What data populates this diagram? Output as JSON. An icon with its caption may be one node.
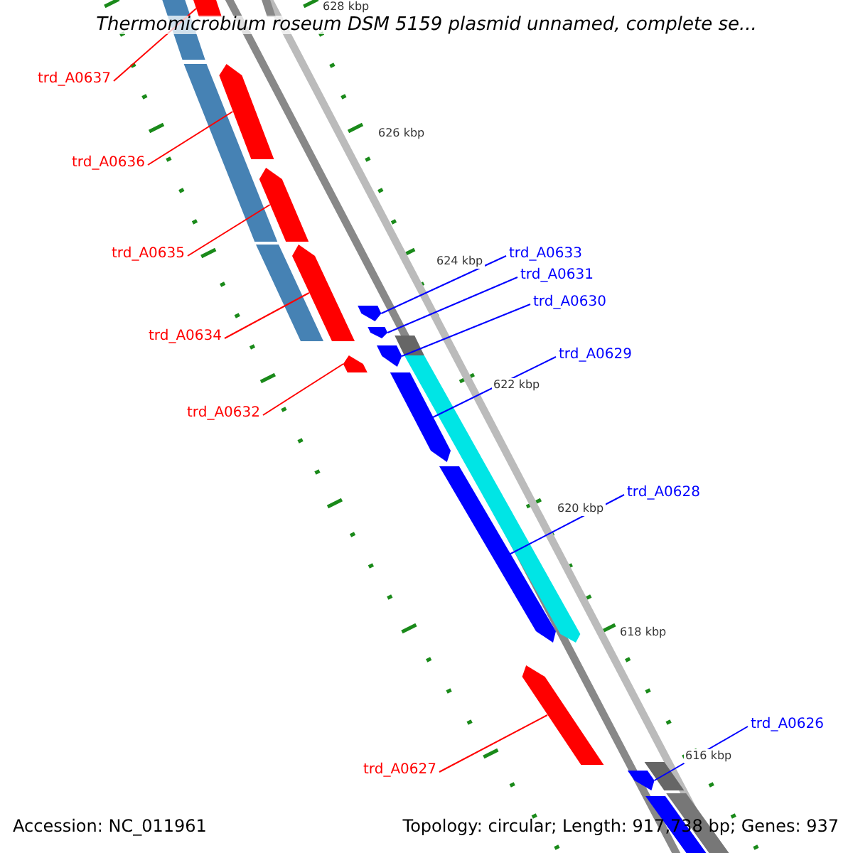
{
  "diagram": {
    "title": "Thermomicrobium roseum DSM 5159 plasmid unnamed, complete se...",
    "nodes": [
      {
        "text": [
          "trd_A0637"
        ]
      },
      {
        "text": [
          "trd_A0636"
        ]
      },
      {
        "text": [
          "trd_A0635"
        ]
      },
      {
        "text": [
          "trd_A0634"
        ]
      },
      {
        "text": [
          "trd_A0632"
        ]
      },
      {
        "text": [
          "trd_A0633"
        ]
      },
      {
        "text": [
          "trd_A0631"
        ]
      },
      {
        "text": [
          "trd_A0630"
        ]
      },
      {
        "text": [
          "trd_A0629"
        ]
      },
      {
        "text": [
          "trd_A0628"
        ]
      },
      {
        "text": [
          "trd_A0627"
        ]
      },
      {
        "text": [
          "trd_A0626"
        ]
      },
      {
        "text": [],
        "shape": "arrow"
      },
      {
        "text": [],
        "shape": "arrow"
      },
      {
        "text": [],
        "shape": "arrow"
      },
      {
        "text": [],
        "shape": "arrow"
      },
      {
        "text": [],
        "shape": "arrow"
      },
      {
        "text": [],
        "shape": "arrow"
      },
      {
        "text": [],
        "shape": "arrow"
      },
      {
        "text": [],
        "shape": "arrow"
      },
      {
        "text": [],
        "shape": "arrow"
      },
      {
        "text": [],
        "shape": "arrow"
      },
      {
        "text": [],
        "shape": "arrow"
      },
      {
        "text": [],
        "shape": "arrow"
      }
    ],
    "edges": [
      {
        "from": 0,
        "to": 12,
        "arrow": "none",
        "color": "#ff0000"
      },
      {
        "from": 1,
        "to": 13,
        "arrow": "none",
        "color": "#ff0000"
      },
      {
        "from": 2,
        "to": 14,
        "arrow": "none",
        "color": "#ff0000"
      },
      {
        "from": 3,
        "to": 15,
        "arrow": "none",
        "color": "#ff0000"
      },
      {
        "from": 4,
        "to": 16,
        "arrow": "none",
        "color": "#ff0000"
      },
      {
        "from": 5,
        "to": 17,
        "arrow": "none",
        "color": "#0000ff"
      },
      {
        "from": 6,
        "to": 18,
        "arrow": "none",
        "color": "#0000ff"
      },
      {
        "from": 7,
        "to": 19,
        "arrow": "none",
        "color": "#0000ff"
      },
      {
        "from": 8,
        "to": 20,
        "arrow": "none",
        "color": "#0000ff"
      },
      {
        "from": 9,
        "to": 21,
        "arrow": "none",
        "color": "#0000ff"
      },
      {
        "from": 10,
        "to": 22,
        "arrow": "none",
        "color": "#ff0000"
      },
      {
        "from": 11,
        "to": 23,
        "arrow": "none",
        "color": "#0000ff"
      }
    ],
    "labels": [
      "628 kbp",
      "626 kbp",
      "624 kbp",
      "622 kbp",
      "620 kbp",
      "618 kbp",
      "616 kbp",
      "Accession: NC_011961",
      "Topology: circular; Length: 917,738 bp; Genes: 937"
    ]
  }
}
